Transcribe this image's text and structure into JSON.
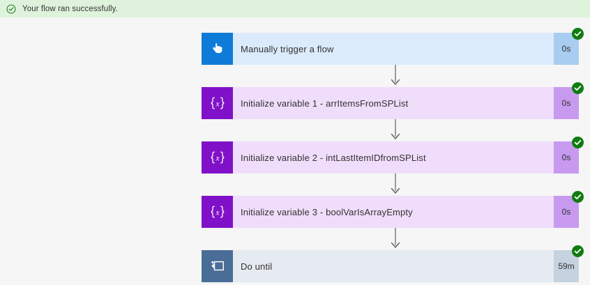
{
  "banner": {
    "icon": "check-circle-outline-icon",
    "message": "Your flow ran successfully.",
    "background_color": "#dff3dc",
    "text_color": "#333333"
  },
  "flow": {
    "connector_icon": "arrow-down-icon",
    "status_badge_icon": "check-circle-filled-icon",
    "status_badge_color": "#107c10",
    "nodes": [
      {
        "title": "Manually trigger a flow",
        "duration": "0s",
        "icon": "tap-hand-icon",
        "status": "succeeded",
        "theme": "trigger",
        "icon_color": "#0f7bd8",
        "body_color": "#dcebfb",
        "duration_color": "#a9cdf0"
      },
      {
        "title": "Initialize variable 1 - arrItemsFromSPList",
        "duration": "0s",
        "icon": "variable-braces-x-icon",
        "status": "succeeded",
        "theme": "variable",
        "icon_color": "#8011c8",
        "body_color": "#f0ddfb",
        "duration_color": "#c79af0"
      },
      {
        "title": "Initialize variable 2 - intLastItemIDfromSPList",
        "duration": "0s",
        "icon": "variable-braces-x-icon",
        "status": "succeeded",
        "theme": "variable",
        "icon_color": "#8011c8",
        "body_color": "#f0ddfb",
        "duration_color": "#c79af0"
      },
      {
        "title": "Initialize variable 3 - boolVarIsArrayEmpty",
        "duration": "0s",
        "icon": "variable-braces-x-icon",
        "status": "succeeded",
        "theme": "variable",
        "icon_color": "#8011c8",
        "body_color": "#f0ddfb",
        "duration_color": "#c79af0"
      },
      {
        "title": "Do until",
        "duration": "59m",
        "icon": "do-until-loop-icon",
        "status": "succeeded",
        "theme": "control",
        "icon_color": "#4a6d97",
        "body_color": "#e6ebf1",
        "duration_color": "#c5d2df"
      }
    ]
  }
}
